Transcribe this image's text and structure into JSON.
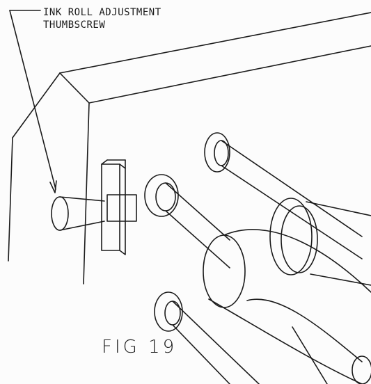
{
  "callout": {
    "line1": "INK ROLL ADJUSTMENT",
    "line2": "THUMBSCREW"
  },
  "figure": {
    "caption": "FIG 19"
  },
  "style": {
    "ink": "#1b1b1b",
    "paper": "#fcfcfc"
  }
}
